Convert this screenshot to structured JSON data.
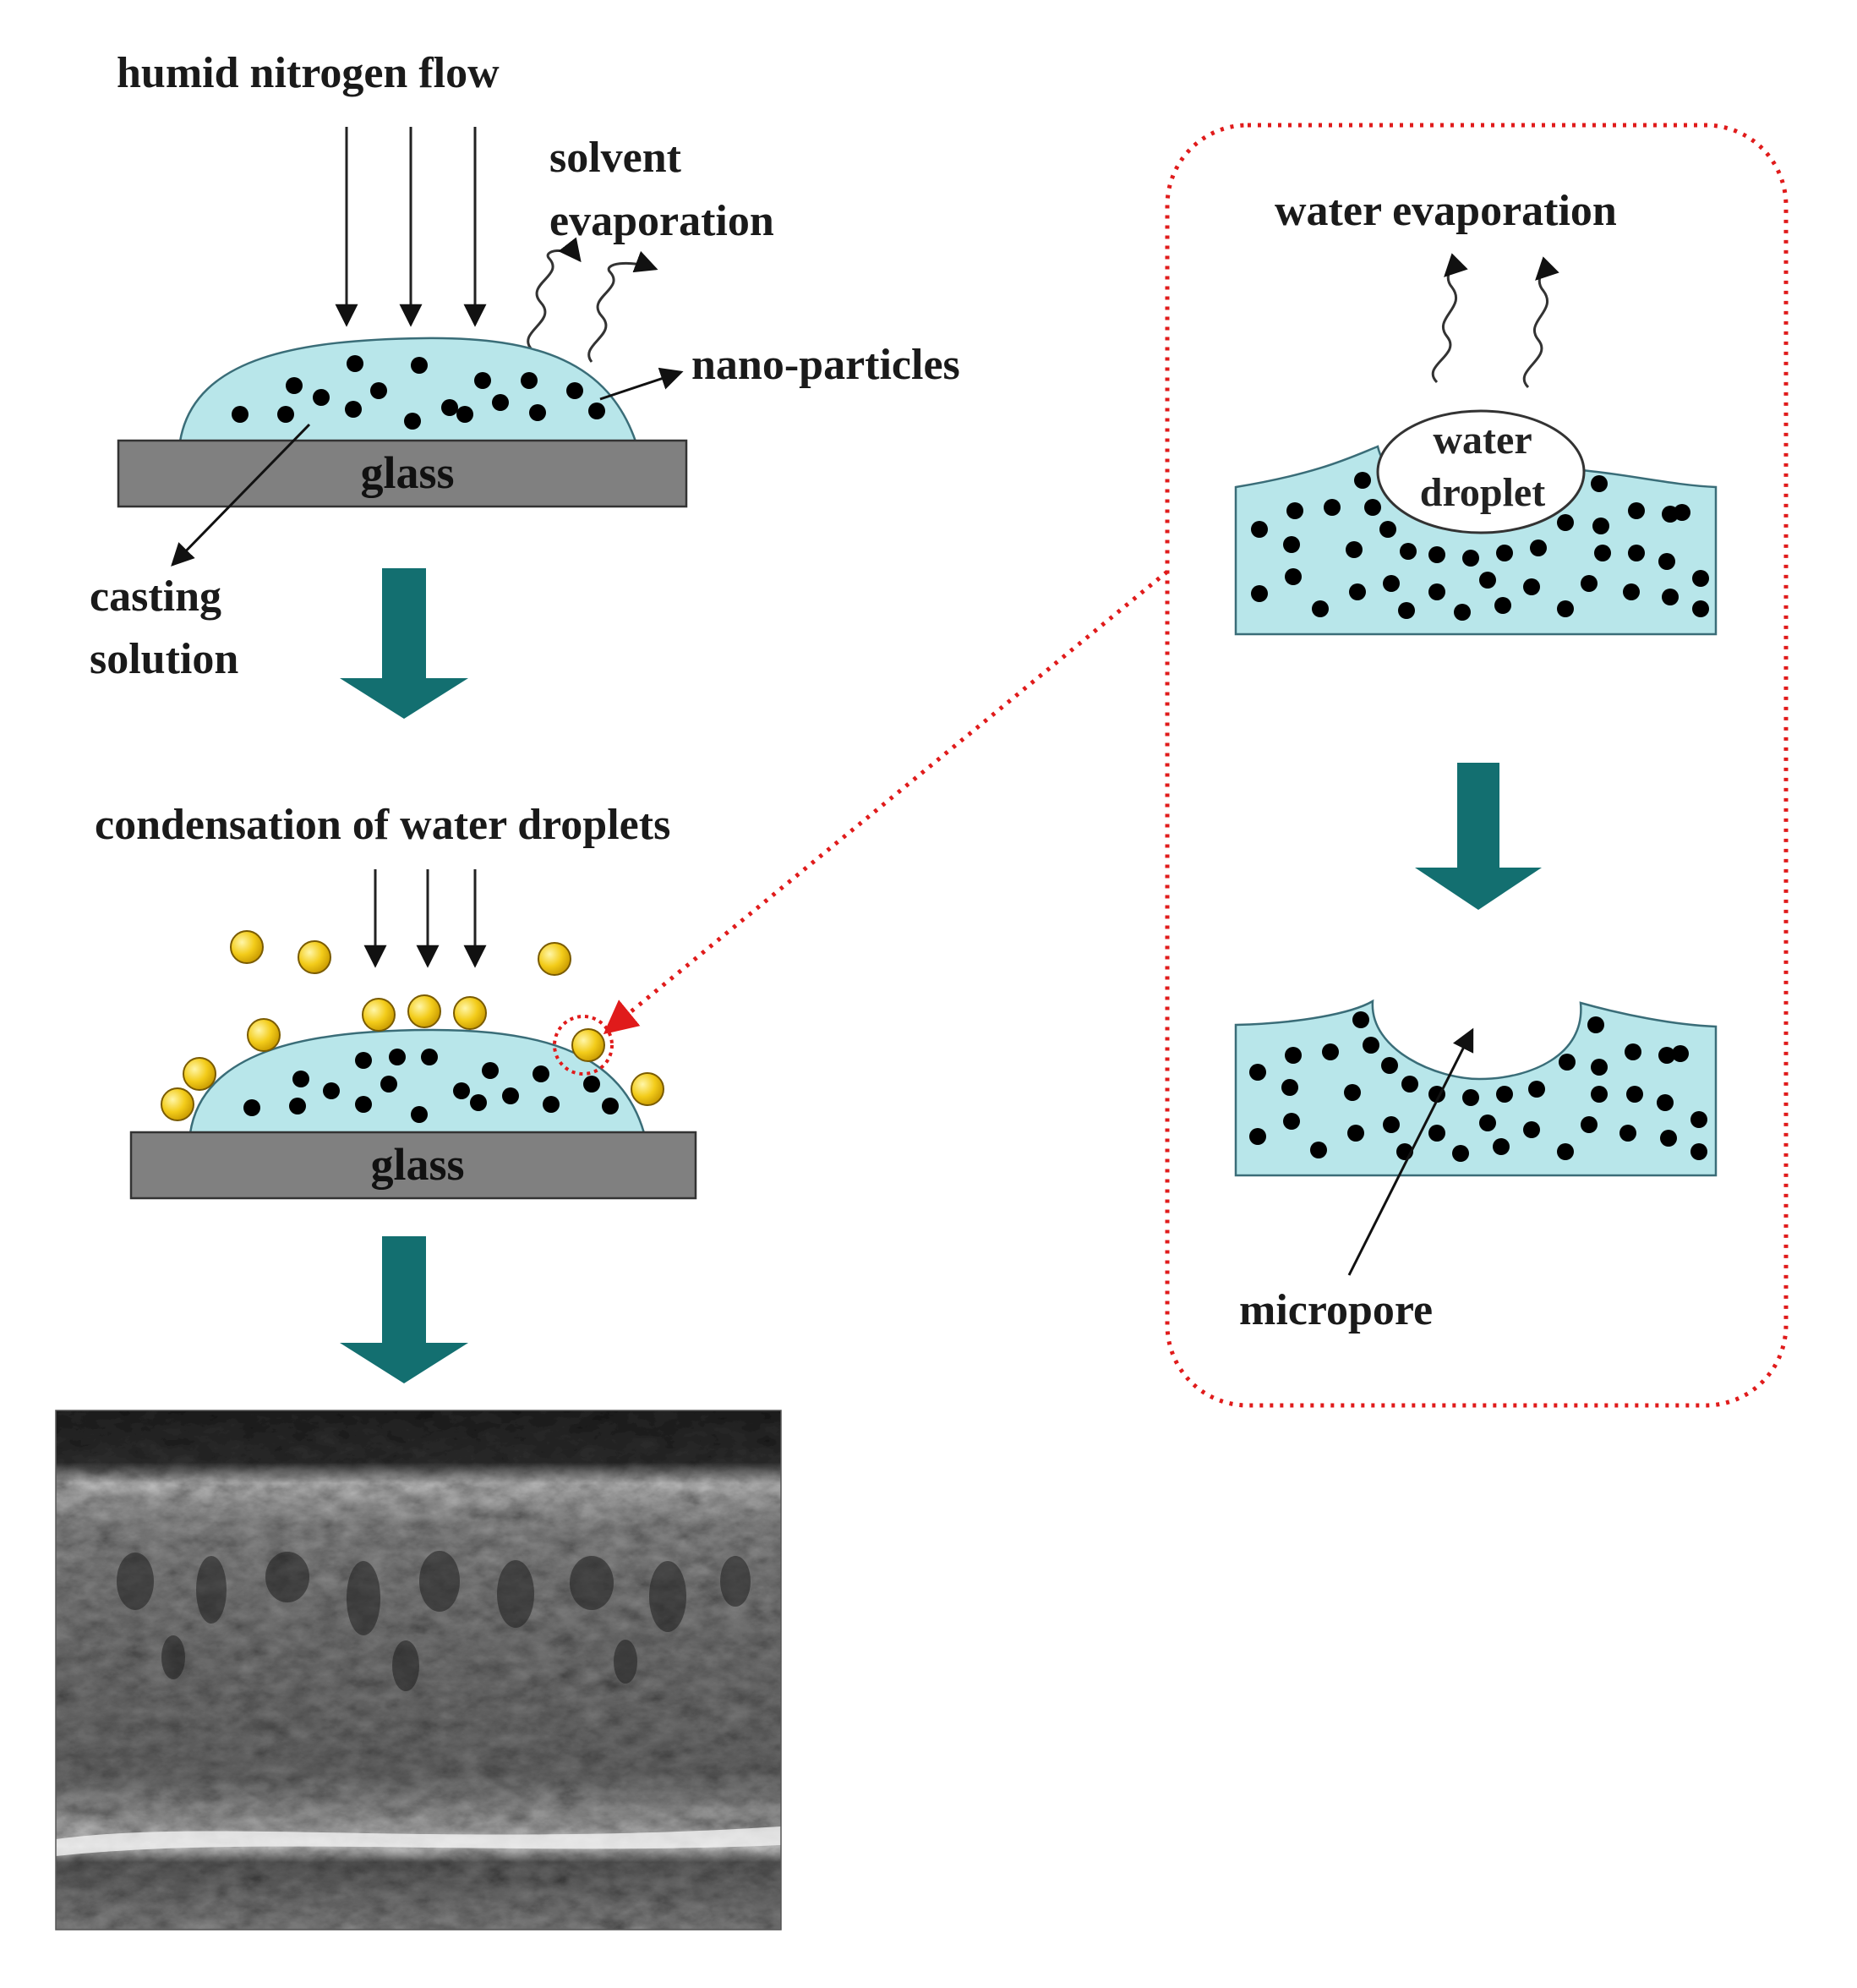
{
  "labels": {
    "humid_flow": "humid nitrogen flow",
    "solvent_line1": "solvent",
    "solvent_line2": "evaporation",
    "nano_particles": "nano-particles",
    "glass_top": "glass",
    "casting_line1": "casting",
    "casting_line2": "solution",
    "condensation": "condensation of water droplets",
    "glass_bottom": "glass",
    "water_evaporation": "water evaporation",
    "droplet_line1": "water",
    "droplet_line2": "droplet",
    "micropore": "micropore"
  },
  "colors": {
    "solution": "#b8e6ea",
    "glass": "#808080",
    "process_arrow": "#136f70",
    "water_droplet": "#f3cc1a",
    "callout": "#e01b1b",
    "particle": "#000000"
  },
  "micrograph": {
    "kind": "SEM cross-section of porous membrane"
  }
}
